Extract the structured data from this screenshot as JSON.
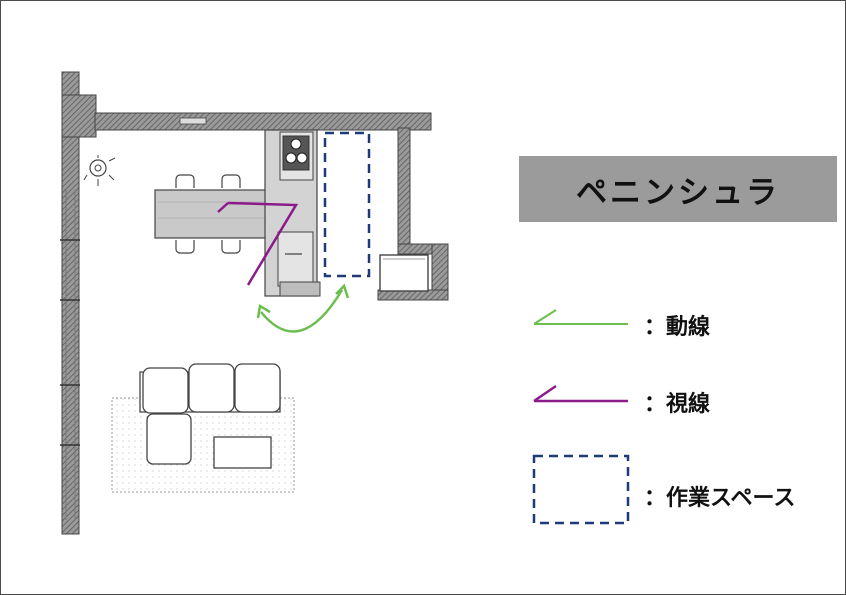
{
  "title": "ペニンシュラ",
  "legend": [
    {
      "key": "motion",
      "label": "：動線",
      "color": "#6cbf4f"
    },
    {
      "key": "sight",
      "label": "：視線",
      "color": "#8b1a8b"
    },
    {
      "key": "workspace",
      "label": "：作業スペース",
      "color": "#1f3a7a"
    }
  ],
  "colors": {
    "frame": "#4a4a4a",
    "title_bg": "#9b9b9b",
    "pencil": "#555555",
    "wall": "#6a6a6a"
  }
}
